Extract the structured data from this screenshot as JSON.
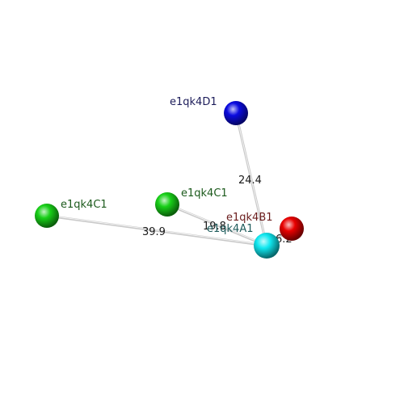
{
  "diagram": {
    "nodes": [
      {
        "id": "D1",
        "label": "e1qk4D1",
        "color": "#0a0ae0",
        "label_color": "#1c1c5a"
      },
      {
        "id": "C1b",
        "label": "e1qk4C1",
        "color": "#18d018",
        "label_color": "#1c5a1c"
      },
      {
        "id": "C1a",
        "label": "e1qk4C1",
        "color": "#18d018",
        "label_color": "#1c5a1c"
      },
      {
        "id": "B1",
        "label": "e1qk4B1",
        "color": "#e80000",
        "label_color": "#6a1c1c"
      },
      {
        "id": "A1",
        "label": "e1qk4A1",
        "color": "#10e8f0",
        "label_color": "#1c5a5a"
      }
    ],
    "edges": [
      {
        "from": "A1",
        "to": "D1",
        "distance": "24.4"
      },
      {
        "from": "A1",
        "to": "C1a",
        "distance": "39.9"
      },
      {
        "from": "A1",
        "to": "C1b",
        "distance": "19.8"
      },
      {
        "from": "A1",
        "to": "B1",
        "distance": "6.2"
      }
    ]
  }
}
